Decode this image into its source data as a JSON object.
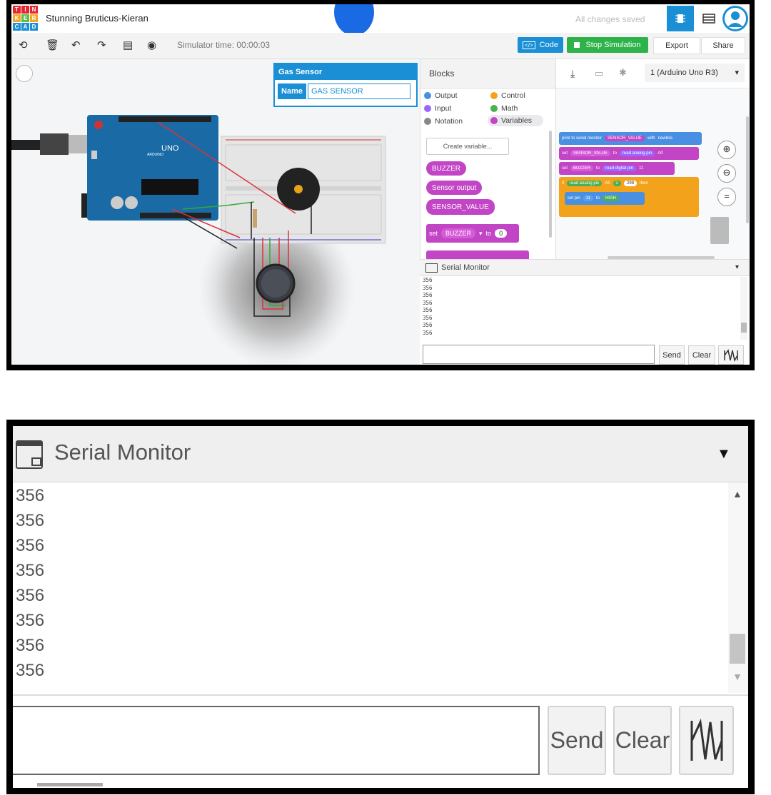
{
  "app": {
    "logo_letters": [
      "T",
      "I",
      "N",
      "K",
      "E",
      "R",
      "C",
      "A",
      "D"
    ],
    "project_title": "Stunning Bruticus-Kieran",
    "save_status": "All changes saved"
  },
  "toolbar": {
    "simulator_time": "Simulator time: 00:00:03",
    "code_label": "Code",
    "stop_label": "Stop Simulation",
    "export_label": "Export",
    "share_label": "Share"
  },
  "properties": {
    "title": "Gas Sensor",
    "name_label": "Name",
    "name_value": "GAS SENSOR"
  },
  "breadboard": {
    "board_label": "UNO",
    "board_brand": "ARDUINO"
  },
  "blocks": {
    "header": "Blocks",
    "categories": [
      {
        "label": "Output",
        "color": "#4a90e2"
      },
      {
        "label": "Control",
        "color": "#f2a31b"
      },
      {
        "label": "Input",
        "color": "#9966ff"
      },
      {
        "label": "Math",
        "color": "#4caf50"
      },
      {
        "label": "Notation",
        "color": "#888888"
      },
      {
        "label": "Variables",
        "color": "#c245c6"
      }
    ],
    "create_variable": "Create variable...",
    "variables": [
      "BUZZER",
      "Sensor output",
      "SENSOR_VALUE"
    ],
    "set_block": {
      "set": "set",
      "var": "BUZZER",
      "to": "to",
      "value": "0"
    }
  },
  "workspace": {
    "board_select": "1 (Arduino Uno R3)",
    "code": {
      "print": [
        "print to serial monitor",
        "SENSOR_VALUE",
        "with",
        "newline"
      ],
      "set1": [
        "set",
        "SENSOR_VALUE",
        "to",
        "read analog pin",
        "A0"
      ],
      "set2": [
        "set",
        "BUZZER",
        "to",
        "read digital pin",
        "11"
      ],
      "if": [
        "if",
        "read analog pin",
        "A0",
        "≥",
        "299",
        "then"
      ],
      "setpin": [
        "set pin",
        "11",
        "to",
        "HIGH"
      ]
    }
  },
  "serial_monitor": {
    "title": "Serial Monitor",
    "lines": [
      "356",
      "356",
      "356",
      "356",
      "356",
      "356",
      "356",
      "356"
    ],
    "send_label": "Send",
    "clear_label": "Clear"
  },
  "colors": {
    "tinkercad_blue": "#1a8fd6",
    "stop_green": "#2db34a",
    "code_blue": "#1a8fd6",
    "variable_purple": "#c245c6"
  }
}
